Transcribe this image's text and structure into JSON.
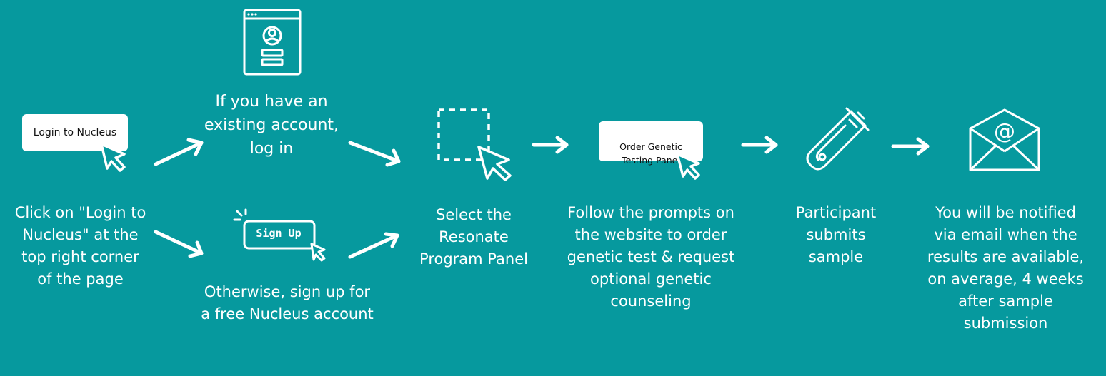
{
  "colors": {
    "background": "#06999e",
    "foreground": "#ffffff",
    "button_text": "#111111"
  },
  "steps": {
    "login": {
      "button_label": "Login to Nucleus",
      "caption": "Click on \"Login to\nNucleus\" at the\ntop right corner\nof the page"
    },
    "existing": {
      "icon": "login-window-icon",
      "caption": "If you have an\nexisting account,\nlog in"
    },
    "signup": {
      "icon": "sign-up-button-icon",
      "button_label": "Sign Up",
      "caption": "Otherwise, sign up for\na free Nucleus account"
    },
    "select_panel": {
      "icon": "dashed-selection-icon",
      "caption": "Select the\nResonate\nProgram Panel"
    },
    "order": {
      "button_label": "Order Genetic\nTesting Panel",
      "caption": "Follow the prompts on\nthe website to order\ngenetic test & request\noptional genetic\ncounseling"
    },
    "sample": {
      "icon": "test-tube-icon",
      "caption": "Participant\nsubmits\nsample"
    },
    "notify": {
      "icon": "email-envelope-icon",
      "caption": "You will be notified\nvia email when the\nresults are available,\non average, 4 weeks\nafter sample\nsubmission"
    }
  }
}
